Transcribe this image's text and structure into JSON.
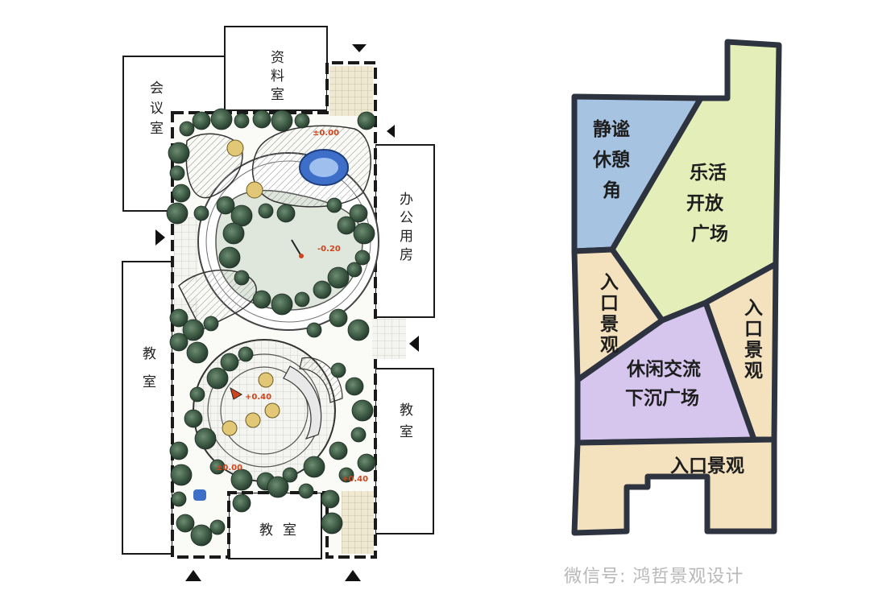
{
  "plan": {
    "rooms": {
      "archive": "资料室",
      "meeting": "会议室",
      "office": "办公用房",
      "classroom_left": "教室",
      "classroom_right": "教室",
      "classroom_bottom": "教室"
    },
    "elevations": [
      "±0.00",
      "-0.20",
      "+0.40",
      "±0.00",
      "+0.40"
    ]
  },
  "zones": {
    "quiet_rest": "静谧休憩角",
    "open_plaza": "乐活开放广场",
    "entrance_left": "入口景观",
    "entrance_right": "入口景观",
    "sunken_plaza": "休闲交流下沉广场",
    "entrance_bottom": "入口景观"
  },
  "colors": {
    "quiet_rest": "#a6c3e2",
    "open_plaza": "#e4eeb8",
    "entrance": "#f4e2bf",
    "sunken_plaza": "#d6c6ee",
    "outline": "#2e3340",
    "tree": "#3d5a44",
    "lawn": "#dfe6dc",
    "water": "#3d6fc9",
    "elevation": "#d0441c"
  },
  "watermark": "微信号: 鸿哲景观设计"
}
